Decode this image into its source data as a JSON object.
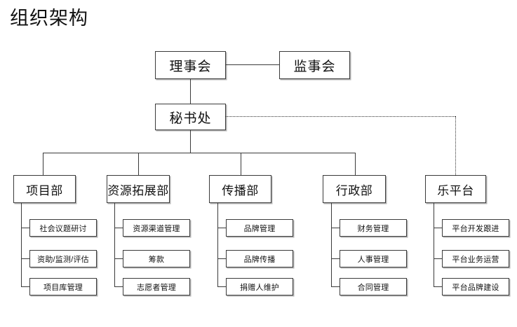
{
  "page": {
    "title": "组织架构"
  },
  "nodes": {
    "board": {
      "label": "理事会"
    },
    "supervisors": {
      "label": "监事会"
    },
    "secretariat": {
      "label": "秘书处"
    }
  },
  "departments": [
    {
      "label": "项目部",
      "connection": "solid",
      "children": [
        {
          "label": "社会议题研讨"
        },
        {
          "label": "资助/监测/评估"
        },
        {
          "label": "项目库管理"
        }
      ]
    },
    {
      "label": "资源拓展部",
      "connection": "solid",
      "children": [
        {
          "label": "资源渠道管理"
        },
        {
          "label": "筹款"
        },
        {
          "label": "志愿者管理"
        }
      ]
    },
    {
      "label": "传播部",
      "connection": "solid",
      "children": [
        {
          "label": "品牌管理"
        },
        {
          "label": "品牌传播"
        },
        {
          "label": "捐赠人维护"
        }
      ]
    },
    {
      "label": "行政部",
      "connection": "solid",
      "children": [
        {
          "label": "财务管理"
        },
        {
          "label": "人事管理"
        },
        {
          "label": "合同管理"
        }
      ]
    },
    {
      "label": "乐平台",
      "connection": "dotted",
      "children": [
        {
          "label": "平台开发跟进"
        },
        {
          "label": "平台业务运营"
        },
        {
          "label": "平台品牌建设"
        }
      ]
    }
  ],
  "colors": {
    "line": "#3a3a3a",
    "text": "#111111",
    "background": "#ffffff"
  }
}
